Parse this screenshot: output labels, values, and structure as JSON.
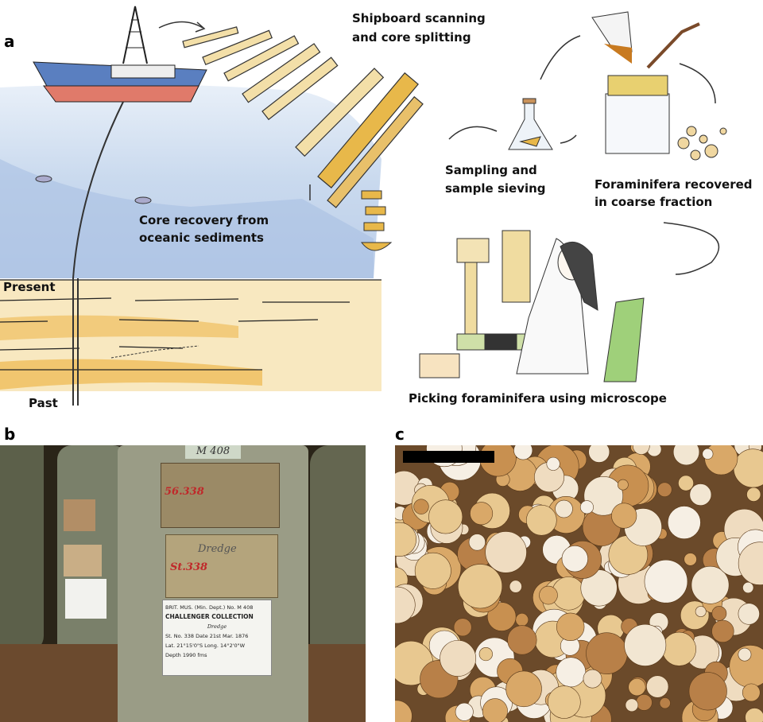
{
  "panels": {
    "a": {
      "letter": "a",
      "labels": {
        "shipboard_1": "Shipboard scanning",
        "shipboard_2": "and core splitting",
        "sampling_1": "Sampling and",
        "sampling_2": "sample sieving",
        "foram_1": "Foraminifera recovered",
        "foram_2": "in coarse fraction",
        "core_1": "Core recovery from",
        "core_2": "oceanic sediments",
        "present": "Present",
        "past": "Past",
        "picking": "Picking foraminifera using microscope"
      }
    },
    "b": {
      "letter": "b",
      "jar_labels": {
        "top_tag": "M 408",
        "label1_number": "56.338",
        "label2_number": "St.338",
        "label2_word": "Dredge",
        "printed_header": "BRIT. MUS. (Min. Dept.) No. M 408",
        "printed_title": "CHALLENGER COLLECTION",
        "printed_method": "Dredge",
        "printed_station": "St. No. 338",
        "printed_date": "Date 21st Mar. 1876",
        "printed_lat": "Lat. 21°15'0\"S  Long. 14°2'0\"W",
        "printed_depth": "Depth 1990 fms"
      }
    },
    "c": {
      "letter": "c"
    }
  },
  "colors": {
    "sea": "#c9d9ee",
    "sediment": "#f0c36a",
    "core": "#e8c57a",
    "jar_glass": "#8c9478",
    "foram_bg": "#6b4a2a"
  }
}
